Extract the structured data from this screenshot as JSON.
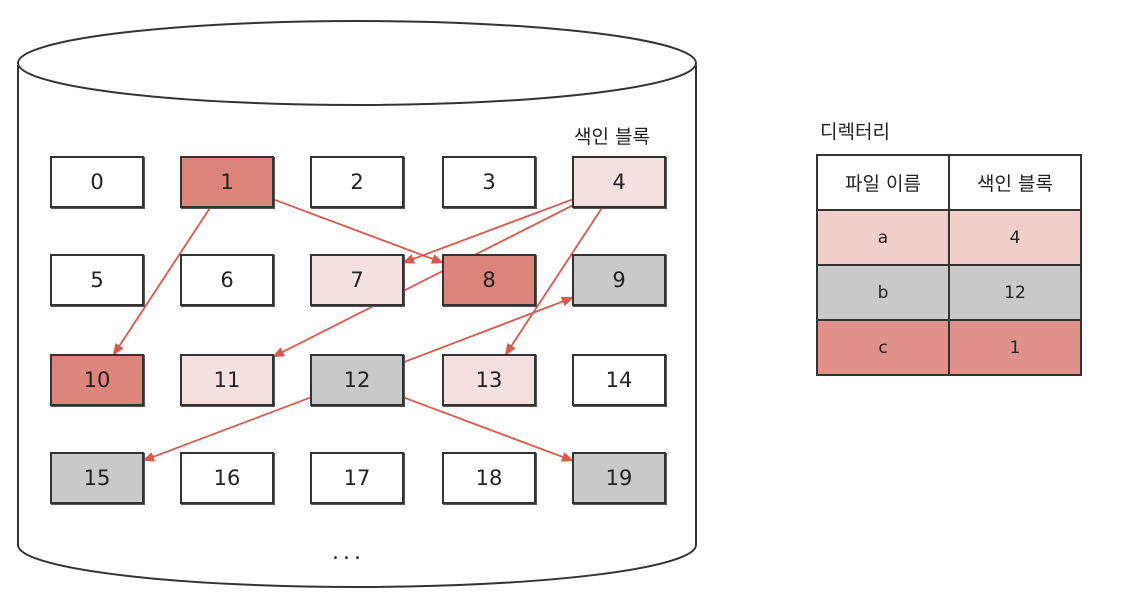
{
  "disk": {
    "index_block_label": "색인 블록",
    "ellipsis": "...",
    "blocks": [
      {
        "label": "0",
        "type": "white"
      },
      {
        "label": "1",
        "type": "red"
      },
      {
        "label": "2",
        "type": "white"
      },
      {
        "label": "3",
        "type": "white"
      },
      {
        "label": "4",
        "type": "light"
      },
      {
        "label": "5",
        "type": "white"
      },
      {
        "label": "6",
        "type": "white"
      },
      {
        "label": "7",
        "type": "light"
      },
      {
        "label": "8",
        "type": "red"
      },
      {
        "label": "9",
        "type": "gray"
      },
      {
        "label": "10",
        "type": "red"
      },
      {
        "label": "11",
        "type": "light"
      },
      {
        "label": "12",
        "type": "gray"
      },
      {
        "label": "13",
        "type": "light"
      },
      {
        "label": "14",
        "type": "white"
      },
      {
        "label": "15",
        "type": "gray"
      },
      {
        "label": "16",
        "type": "white"
      },
      {
        "label": "17",
        "type": "white"
      },
      {
        "label": "18",
        "type": "white"
      },
      {
        "label": "19",
        "type": "gray"
      }
    ],
    "pointers": [
      {
        "from": 1,
        "to": 8
      },
      {
        "from": 1,
        "to": 10
      },
      {
        "from": 4,
        "to": 7
      },
      {
        "from": 4,
        "to": 11
      },
      {
        "from": 4,
        "to": 13
      },
      {
        "from": 12,
        "to": 9
      },
      {
        "from": 12,
        "to": 15
      },
      {
        "from": 12,
        "to": 19
      }
    ]
  },
  "directory": {
    "title": "디렉터리",
    "headers": [
      "파일 이름",
      "색인 블록"
    ],
    "rows": [
      {
        "name": "a",
        "index_block": "4"
      },
      {
        "name": "b",
        "index_block": "12"
      },
      {
        "name": "c",
        "index_block": "1"
      }
    ]
  },
  "colors": {
    "arrow": "#d9594c",
    "white": "#ffffff",
    "light": "#f4e1df",
    "red": "#dc857b",
    "gray": "#c9c9c9"
  }
}
